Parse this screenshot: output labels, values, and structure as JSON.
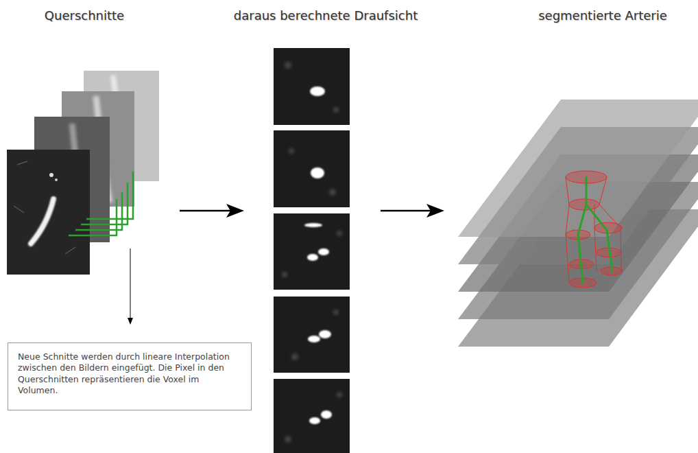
{
  "diagram": {
    "nodes": [
      {
        "text": [
          "Neue Schnitte werden durch lineare Interpolation zwischen den Bildern eingefügt. Die Pixel in den Querschnitten repräsentieren die Voxel im Volumen."
        ]
      }
    ],
    "labels": [
      "Querschnitte",
      "daraus berechnete Draufsicht",
      "segmentierte Arterie"
    ]
  }
}
